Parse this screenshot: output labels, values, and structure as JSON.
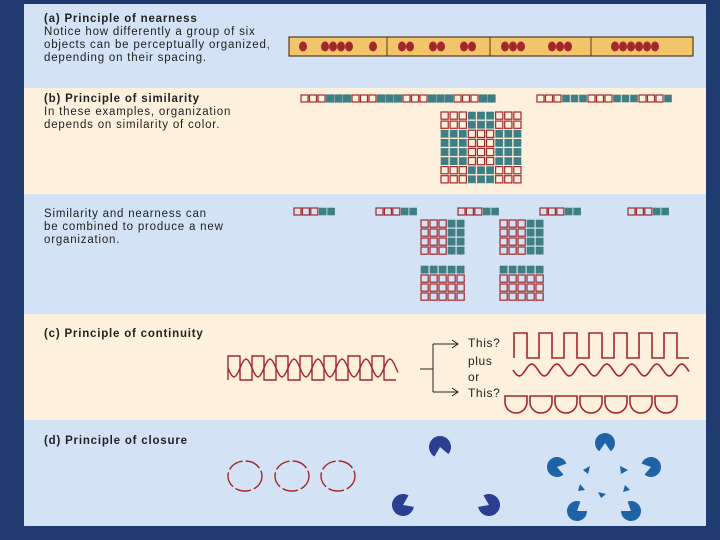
{
  "colors": {
    "page_bg": "#1f3a6e",
    "panel_blue": "#d3e2f5",
    "panel_cream": "#fdf1de",
    "red": "#a3282a",
    "teal": "#3f7f84",
    "navy": "#2a3f8f",
    "strip": "#f3c56a"
  },
  "sections": {
    "nearness": {
      "heading": "(a) Principle of nearness",
      "lines": [
        "Notice how differently a group of six",
        "objects can be perceptually organized,",
        "depending on their spacing."
      ]
    },
    "similarity": {
      "heading": "(b) Principle of similarity",
      "lines": [
        "In these examples, organization",
        "depends on similarity of color."
      ]
    },
    "combined": {
      "lines": [
        "Similarity and nearness can",
        "be combined to produce a new",
        "organization."
      ]
    },
    "continuity": {
      "heading": "(c) Principle of continuity",
      "this_1": "This?",
      "plus": "plus",
      "or": "or",
      "this_2": "This?"
    },
    "closure": {
      "heading": "(d) Principle of closure"
    }
  }
}
